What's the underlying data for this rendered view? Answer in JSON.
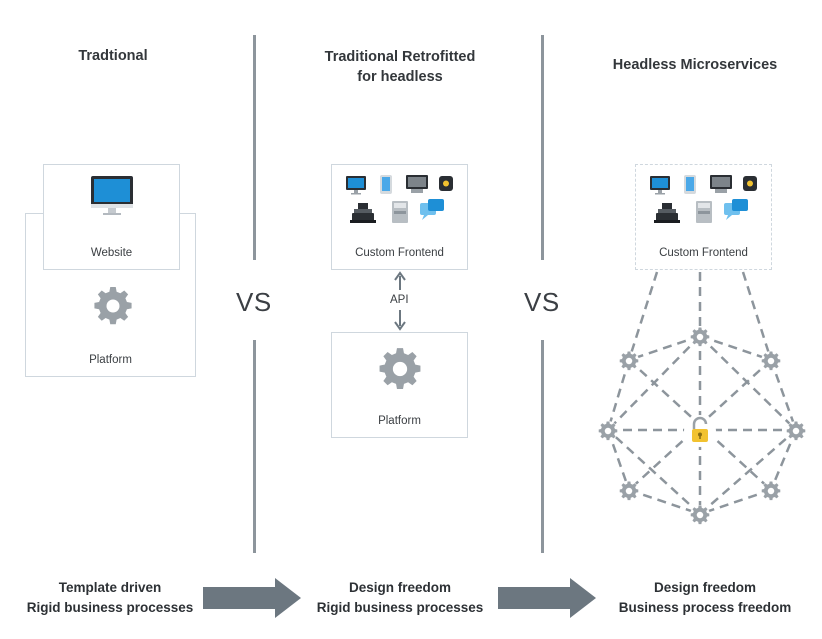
{
  "columns": {
    "traditional": {
      "title": "Tradtional",
      "website_label": "Website",
      "platform_label": "Platform",
      "bottom_line1": "Template driven",
      "bottom_line2": "Rigid business processes"
    },
    "retrofitted": {
      "title_line1": "Traditional Retrofitted",
      "title_line2": "for headless",
      "frontend_label": "Custom Frontend",
      "api_label": "API",
      "platform_label": "Platform",
      "bottom_line1": "Design freedom",
      "bottom_line2": "Rigid business processes"
    },
    "headless": {
      "title": "Headless Microservices",
      "frontend_label": "Custom Frontend",
      "bottom_line1": "Design freedom",
      "bottom_line2": "Business process freedom"
    }
  },
  "separators": {
    "vs_left": "VS",
    "vs_right": "VS"
  },
  "icons": {
    "monitor": "monitor-icon",
    "tablet": "tablet-icon",
    "tv": "tv-icon",
    "watch": "watch-icon",
    "register": "cash-register-icon",
    "kiosk": "kiosk-icon",
    "chat": "chat-bubble-icon",
    "gear": "gear-icon",
    "lock": "lock-icon"
  },
  "colors": {
    "line": "#8d959c",
    "arrow": "#6c7780",
    "gear": "#9aa1a7",
    "box_border": "#cfd7de",
    "lock": "#f2c230",
    "screen_blue": "#1e8fd6"
  }
}
